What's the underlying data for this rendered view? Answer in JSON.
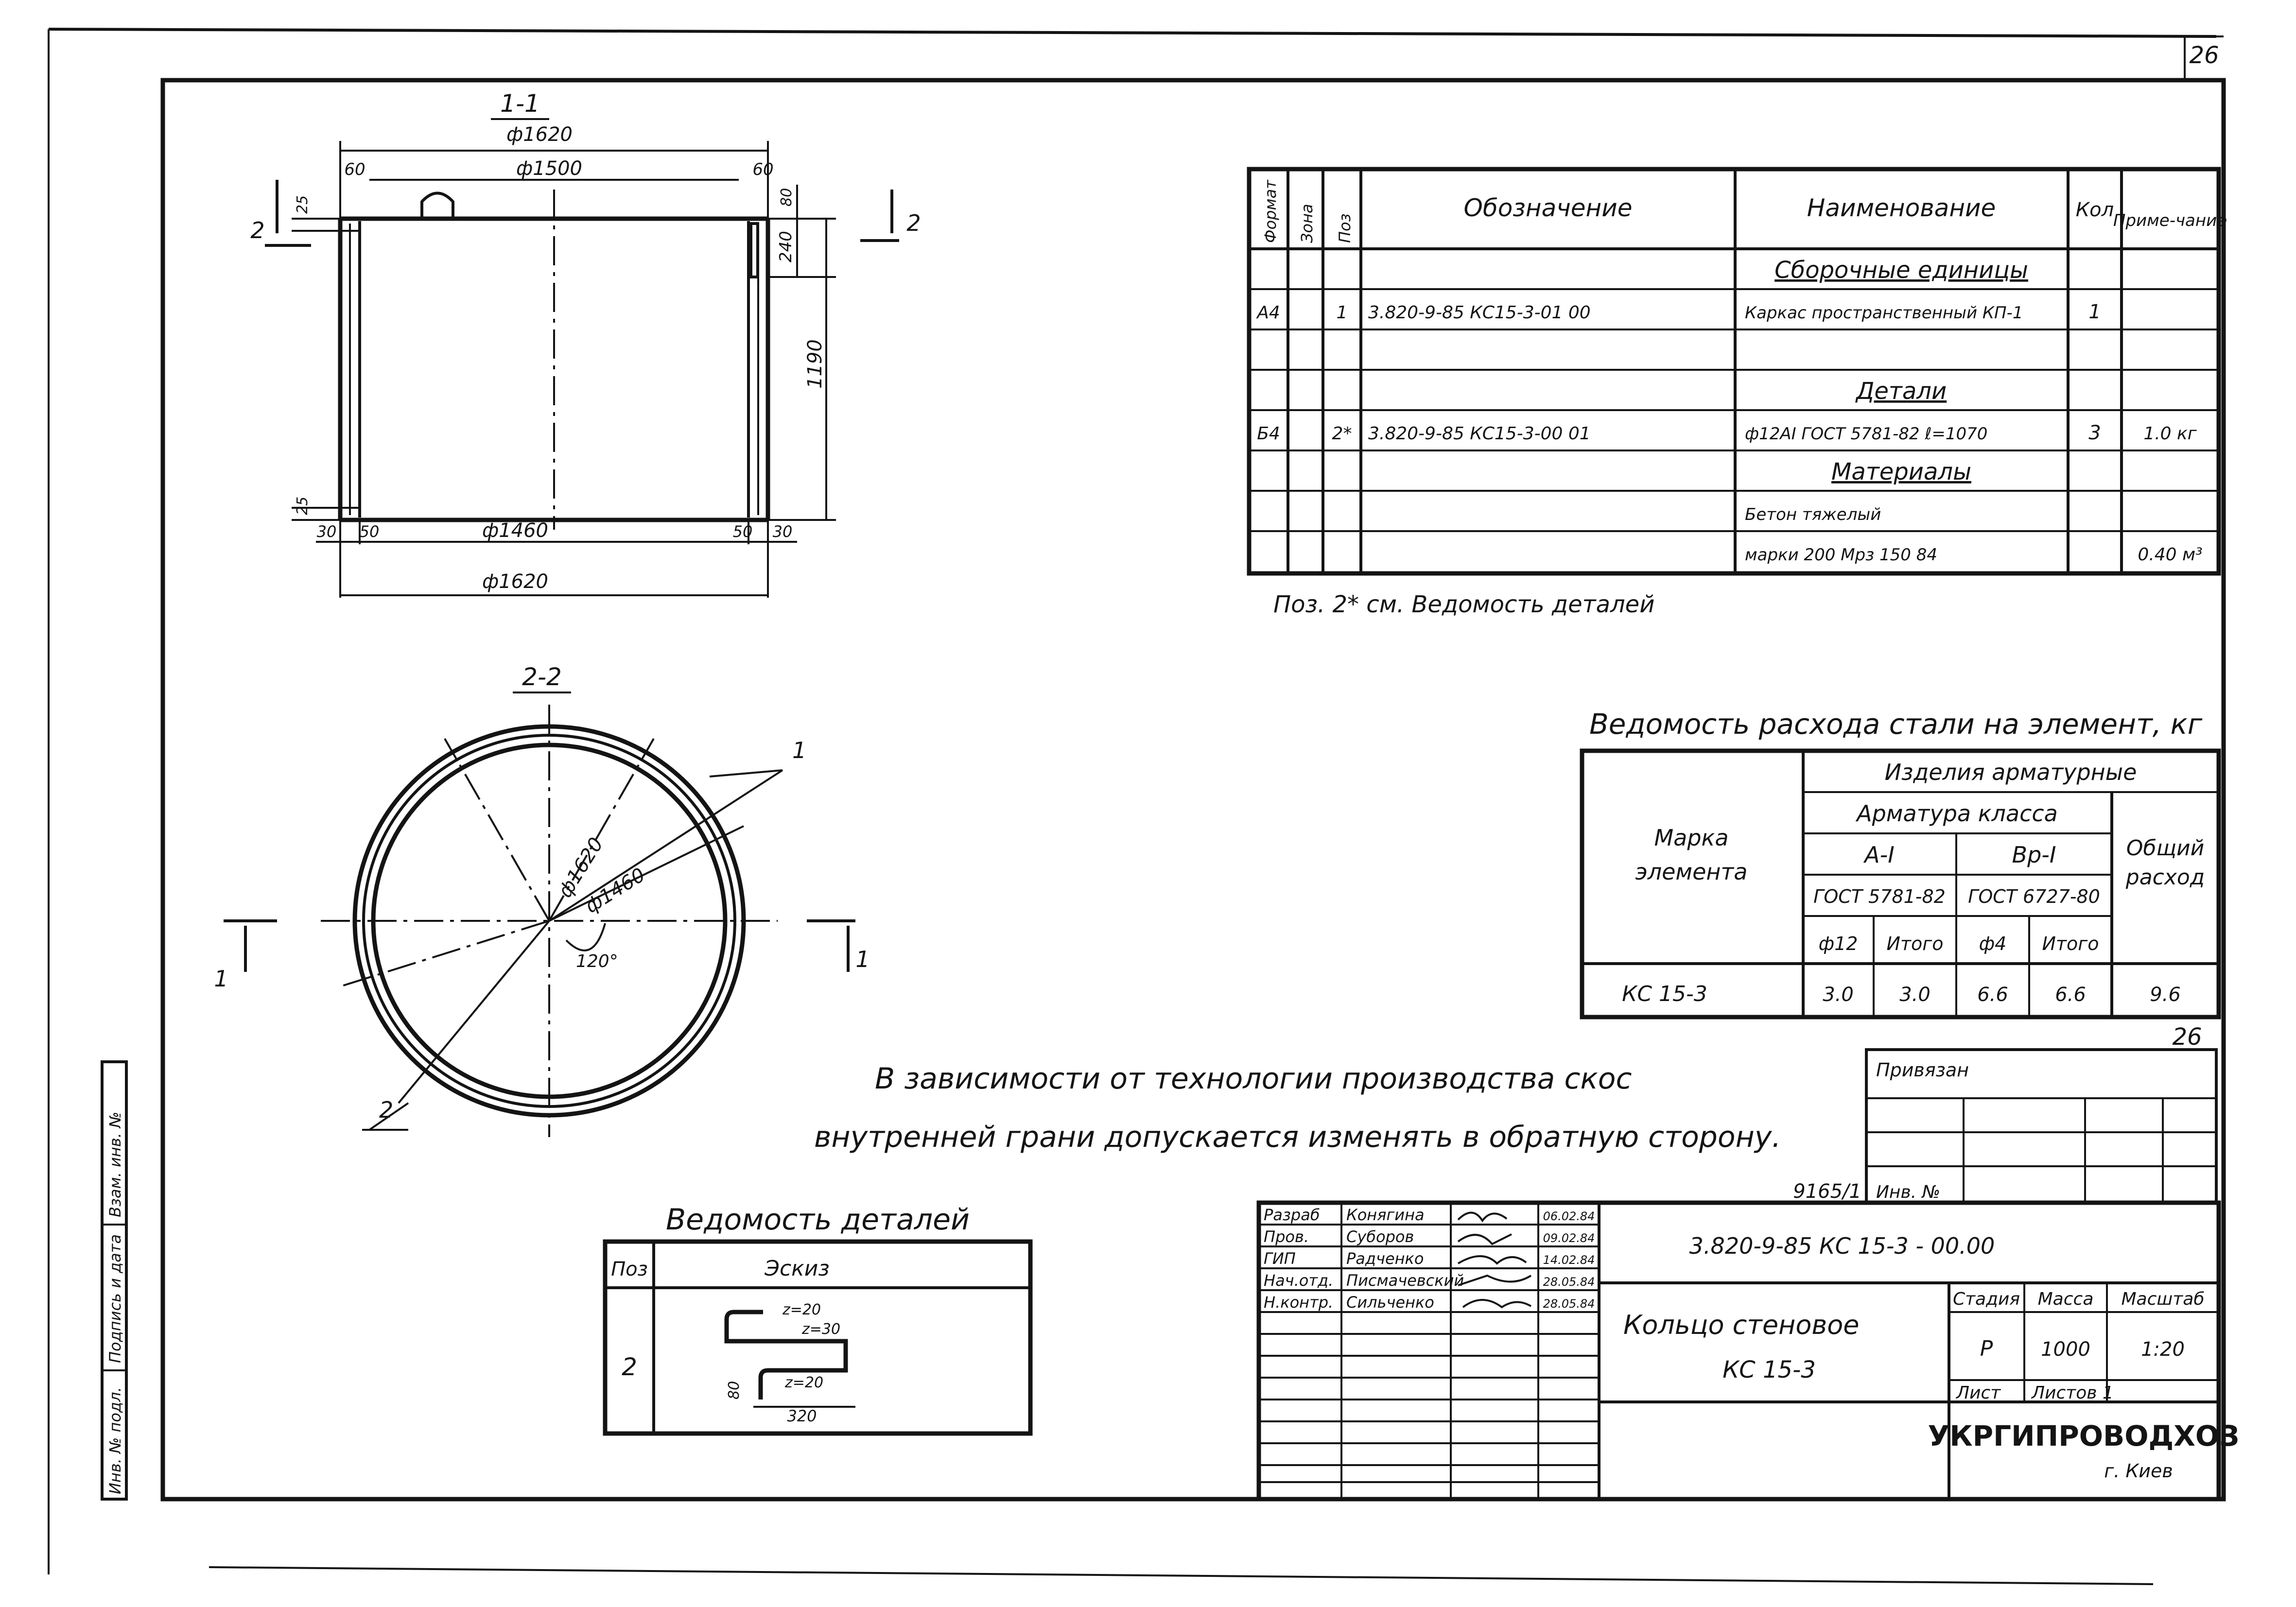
{
  "sheet_number": "26",
  "section_1_1": {
    "title": "1-1",
    "dims": {
      "d_outer_top": "ф1620",
      "d_1500": "ф1500",
      "left_60": "60",
      "right_60": "60",
      "top_25": "25",
      "right_80": "80",
      "right_240": "240",
      "height_1190": "1190",
      "bottom_25": "25",
      "bl_30": "30",
      "bl_50": "50",
      "d_1460": "ф1460",
      "br_50": "50",
      "br_30": "30",
      "d_outer_bottom": "ф1620"
    },
    "cut_left": "2",
    "cut_right": "2"
  },
  "section_2_2": {
    "title": "2-2",
    "d_1620": "ф1620",
    "d_1460": "ф1460",
    "angle": "120°",
    "pos_1": "1",
    "pos_2": "2",
    "cut_left": "1",
    "cut_right": "1"
  },
  "spec": {
    "headers": [
      "Формат",
      "Зона",
      "Поз",
      "Обозначение",
      "Наименование",
      "Кол",
      "Приме-чание"
    ],
    "rows": [
      {
        "format": "",
        "pos": "",
        "code": "",
        "name": "Сборочные единицы",
        "qty": "",
        "note": "",
        "section": true
      },
      {
        "format": "А4",
        "pos": "1",
        "code": "3.820-9-85 КС15-3-01 00",
        "name": "Каркас пространственный КП-1",
        "qty": "1",
        "note": "",
        "section": false
      },
      {
        "format": "",
        "pos": "",
        "code": "",
        "name": "",
        "qty": "",
        "note": "",
        "section": false
      },
      {
        "format": "",
        "pos": "",
        "code": "",
        "name": "Детали",
        "qty": "",
        "note": "",
        "section": true
      },
      {
        "format": "Б4",
        "pos": "2*",
        "code": "3.820-9-85 КС15-3-00 01",
        "name": "ф12АI ГОСТ 5781-82 ℓ=1070",
        "qty": "3",
        "note": "1.0 кг",
        "section": false
      },
      {
        "format": "",
        "pos": "",
        "code": "",
        "name": "Материалы",
        "qty": "",
        "note": "",
        "section": true
      },
      {
        "format": "",
        "pos": "",
        "code": "",
        "name": "Бетон тяжелый",
        "qty": "",
        "note": "",
        "section": false
      },
      {
        "format": "",
        "pos": "",
        "code": "",
        "name": "марки 200 Мрз 150 84",
        "qty": "",
        "note": "0.40 м³",
        "section": false
      }
    ],
    "footnote": "Поз. 2* см. Ведомость деталей"
  },
  "steel": {
    "title": "Ведомость расхода стали на элемент, кг",
    "h_mark": "Марка элемента",
    "h_items": "Изделия арматурные",
    "h_class": "Арматура класса",
    "h_a1": "А-I",
    "h_bp1": "Вр-I",
    "h_gost1": "ГОСТ 5781-82",
    "h_gost2": "ГОСТ 6727-80",
    "h_d12": "ф12",
    "h_total1": "Итого",
    "h_d4": "ф4",
    "h_total2": "Итого",
    "h_sum": "Общий расход",
    "row": {
      "mark": "КС 15-3",
      "d12": "3.0",
      "tot1": "3.0",
      "d4": "6.6",
      "tot2": "6.6",
      "sum": "9.6"
    }
  },
  "note_line1": "В зависимости от технологии производства скос",
  "note_line2": "внутренней грани допускается изменять в обратную сторону.",
  "details": {
    "title": "Ведомость деталей",
    "h_pos": "Поз",
    "h_sketch": "Эскиз",
    "pos": "2",
    "dims": [
      "z=20",
      "z=30",
      "80",
      "z=20",
      "320"
    ]
  },
  "bind": {
    "page_26": "26",
    "label": "Привязан",
    "inv_no": "Инв. №",
    "order_no": "9165/1"
  },
  "side_labels": [
    "Инв. № подл.",
    "Подпись и дата",
    "Взам. инв. №"
  ],
  "title_block": {
    "roles": [
      "Разраб",
      "Пров.",
      "ГИП",
      "Нач.отд.",
      "Н.контр."
    ],
    "names": [
      "Конягина",
      "Суборов",
      "Радченко",
      "Писмачевский",
      "Сильченко"
    ],
    "dates": [
      "06.02.84",
      "09.02.84",
      "14.02.84",
      "28.05.84",
      "28.05.84"
    ],
    "code": "3.820-9-85 КС 15-3 - 00.00",
    "name1": "Кольцо стеновое",
    "name2": "КС 15-3",
    "h_stage": "Стадия",
    "h_mass": "Масса",
    "h_scale": "Масштаб",
    "stage": "Р",
    "mass": "1000",
    "scale": "1:20",
    "sheet_label": "Лист",
    "sheets_label": "Листов 1",
    "org": "УКРГИПРОВОДХОЗ",
    "city": "г. Киев"
  }
}
